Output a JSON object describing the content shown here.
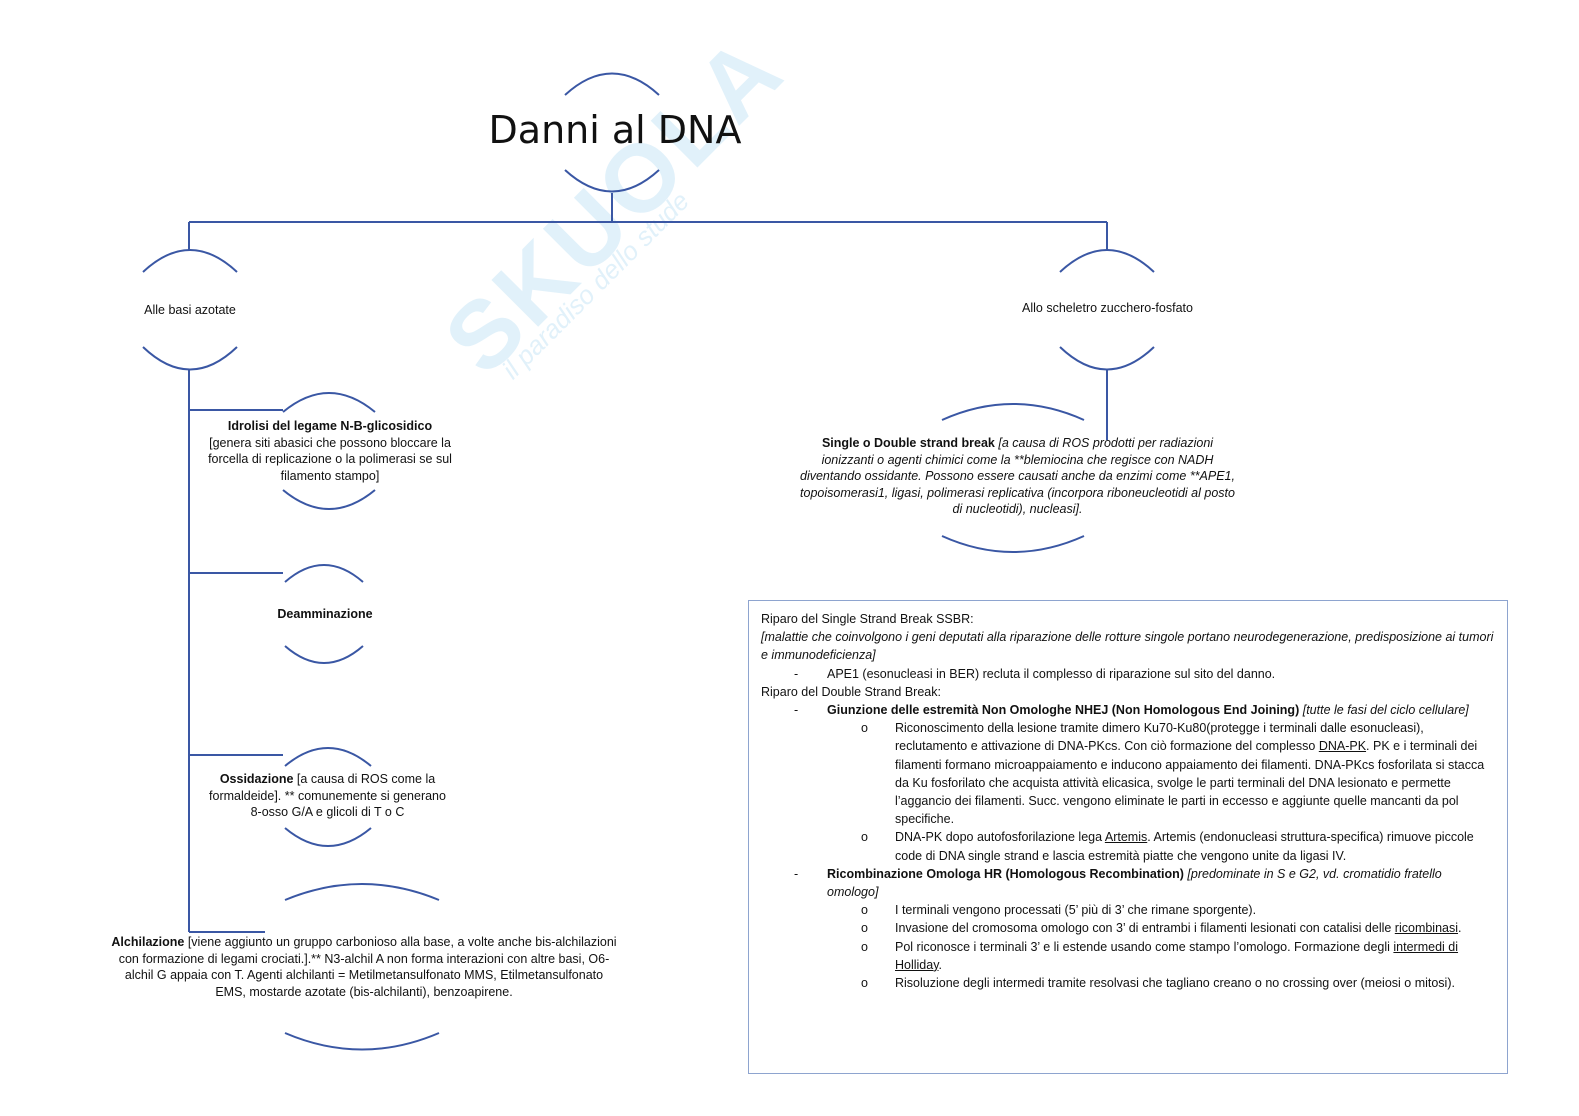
{
  "watermark": {
    "brand": "Skuola.net",
    "tagline": "il paradiso dello studente"
  },
  "title": "Danni al DNA",
  "colors": {
    "line": "#3a57a4",
    "box_border": "#8ea4cf"
  },
  "branches": {
    "left": "Alle basi azotate",
    "right": "Allo scheletro zucchero-fosfato"
  },
  "left_nodes": [
    {
      "bold": "Idrolisi del legame N-B-glicosidico",
      "text": "[genera siti abasici che possono bloccare la forcella di replicazione o la polimerasi se sul filamento stampo]"
    },
    {
      "bold": "Deamminazione",
      "text": ""
    },
    {
      "bold": "Ossidazione",
      "text": " [a causa di ROS come la formaldeide]. ** comunemente si generano 8-osso G/A e glicoli di T o C"
    },
    {
      "bold": "Alchilazione",
      "text": " [viene aggiunto un gruppo carbonioso alla base, a volte anche bis-alchilazioni con formazione di legami crociati.].** N3-alchil A non forma interazioni con altre basi, O6-alchil G appaia con T. Agenti alchilanti = Metilmetansulfonato MMS, Etilmetansulfonato EMS, mostarde azotate (bis-alchilanti), benzoapirene."
    }
  ],
  "right_node": {
    "bold": "Single o Double strand break",
    "text": " [a causa di ROS prodotti per radiazioni ionizzanti o agenti chimici come la **blemiocina che regisce con NADH diventando ossidante. Possono essere causati anche da enzimi come **APE1, topoisomerasi1, ligasi, polimerasi replicativa (incorpora riboneucleotidi al posto di nucleotidi), nucleasi]."
  },
  "repair": {
    "ssbr_heading": "Riparo del Single Strand Break SSBR:",
    "ssbr_note": "[malattie che coinvolgono i geni deputati alla riparazione delle rotture singole portano neurodegenerazione, predisposizione ai tumori e immunodeficienza]",
    "ssbr_item": "APE1 (esonucleasi in BER) recluta il complesso di riparazione sul sito del danno.",
    "dsb_heading": "Riparo del Double Strand Break:",
    "dash": "-",
    "bullet": "o",
    "nhej_bold": "Giunzione delle estremità Non Omologhe NHEJ (Non Homologous End Joining)",
    "nhej_note": " [tutte le fasi del ciclo cellulare]",
    "nhej_1a": "Riconoscimento della lesione tramite dimero Ku70-Ku80(protegge i terminali dalle esonucleasi), reclutamento e attivazione di DNA-PKcs. Con ciò formazione del complesso ",
    "nhej_1u": "DNA-PK",
    "nhej_1b": ". PK e i terminali dei filamenti formano microappaiamento e inducono appaiamento dei filamenti. DNA-PKcs fosforilata si stacca da Ku fosforilato che acquista attività elicasica, svolge le parti terminali del DNA lesionato e permette l’aggancio dei filamenti. Succ. vengono eliminate le parti in eccesso e aggiunte quelle mancanti da pol specifiche.",
    "nhej_2a": "DNA-PK dopo autofosforilazione lega ",
    "nhej_2u": "Artemis",
    "nhej_2b": ". Artemis (endonucleasi struttura-specifica) rimuove piccole code di DNA single strand e lascia estremità piatte che vengono unite da ligasi IV.",
    "hr_bold": "Ricombinazione Omologa HR (Homologous Recombination)",
    "hr_note": " [predominate in S e G2, vd. cromatidio fratello omologo]",
    "hr_1": "I terminali vengono processati (5’ più di 3’ che rimane sporgente).",
    "hr_2a": "Invasione del cromosoma omologo con 3’ di entrambi i filamenti lesionati con catalisi delle ",
    "hr_2u": "ricombinasi",
    "hr_2b": ".",
    "hr_3a": "Pol riconosce i terminali 3’ e li estende usando come stampo l’omologo. Formazione degli ",
    "hr_3u": "intermedi di Holliday",
    "hr_3b": ".",
    "hr_4": "Risoluzione degli intermedi tramite resolvasi che tagliano creano o no crossing over (meiosi o mitosi)."
  }
}
